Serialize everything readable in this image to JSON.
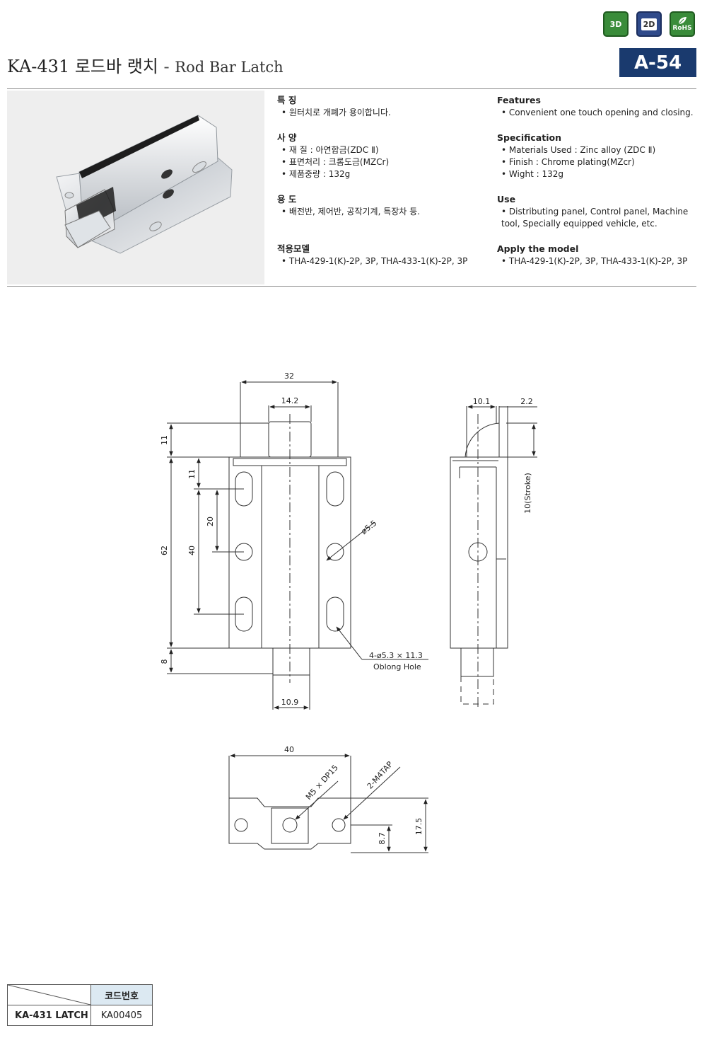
{
  "badges": {
    "three_d": "3D",
    "two_d": "2D",
    "rohs": "RoHS"
  },
  "header": {
    "title_ko": "KA-431 로드바 랫치",
    "separator": "-",
    "title_en": "Rod Bar Latch",
    "page_code": "A-54"
  },
  "specs_ko": {
    "features": {
      "title": "특 징",
      "items": [
        "원터치로 개폐가 용이합니다."
      ]
    },
    "specification": {
      "title": "사 양",
      "items": [
        "재 질 : 아연합금(ZDC Ⅱ)",
        "표면처리 : 크롬도금(MZCr)",
        "제품중량 : 132g"
      ]
    },
    "use": {
      "title": "용 도",
      "items": [
        "배전반, 제어반, 공작기계, 특장차 등."
      ]
    },
    "model": {
      "title": "적용모델",
      "items": [
        "THA-429-1(K)-2P, 3P, THA-433-1(K)-2P, 3P"
      ]
    }
  },
  "specs_en": {
    "features": {
      "title": "Features",
      "items": [
        "Convenient one touch opening and closing."
      ]
    },
    "specification": {
      "title": "Specification",
      "items": [
        "Materials Used : Zinc alloy (ZDC Ⅱ)",
        "Finish : Chrome plating(MZcr)",
        "Wight : 132g"
      ]
    },
    "use": {
      "title": "Use",
      "items": [
        "Distributing panel, Control panel, Machine tool, Specially equipped vehicle, etc."
      ]
    },
    "model": {
      "title": "Apply the model",
      "items": [
        "THA-429-1(K)-2P, 3P, THA-433-1(K)-2P, 3P"
      ]
    }
  },
  "drawing": {
    "front": {
      "dim_32": "32",
      "dim_14_2": "14.2",
      "dim_11_top": "11",
      "dim_11": "11",
      "dim_20": "20",
      "dim_40": "40",
      "dim_62": "62",
      "dim_8": "8",
      "dim_10_9": "10.9",
      "dim_phi_5_5": "ø5.5",
      "hole_note": "4-ø5.3 × 11.3",
      "hole_note_2": "Oblong Hole"
    },
    "side": {
      "dim_10_1": "10.1",
      "dim_2_2": "2.2",
      "stroke": "10(Stroke)"
    },
    "bottom": {
      "dim_40": "40",
      "tap_m5": "M5 × DP15",
      "tap_m4": "2-M4TAP",
      "dim_8_7": "8.7",
      "dim_17_5": "17.5"
    }
  },
  "code_table": {
    "header": "코드번호",
    "row_label": "KA-431 LATCH",
    "row_code": "KA00405"
  }
}
